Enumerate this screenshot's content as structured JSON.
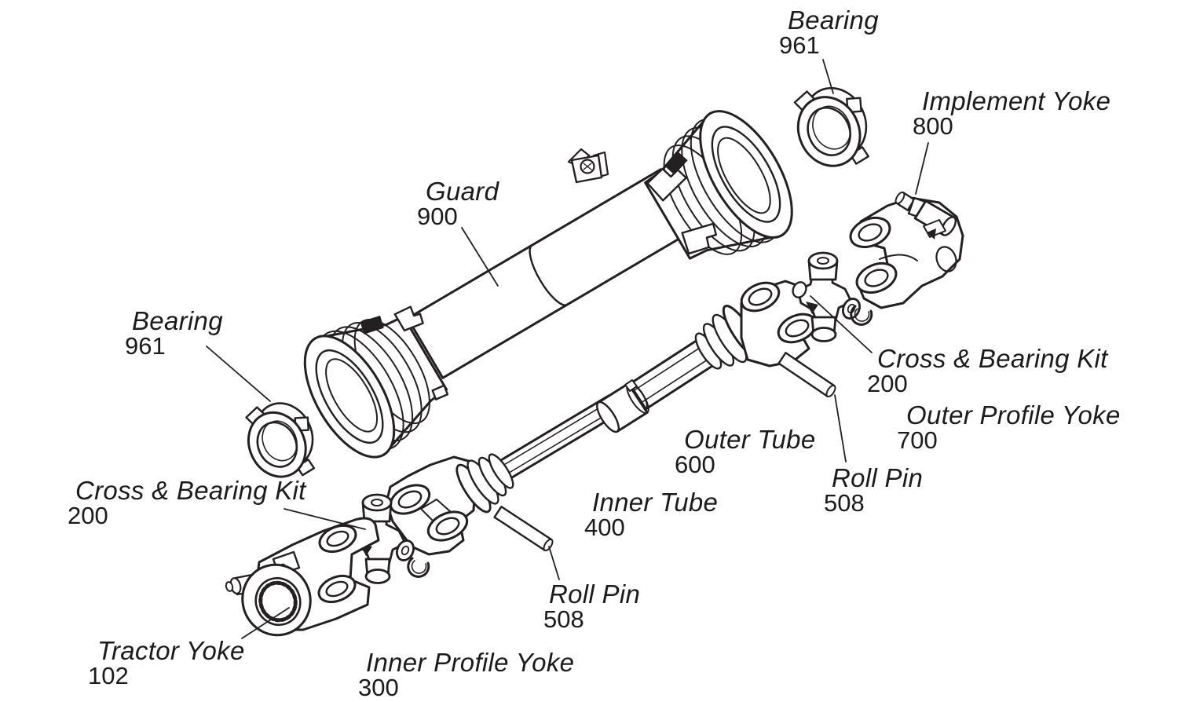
{
  "labels": {
    "bearing_top": {
      "name": "Bearing",
      "number": "961"
    },
    "implement_yoke": {
      "name": "Implement Yoke",
      "number": "800"
    },
    "guard": {
      "name": "Guard",
      "number": "900"
    },
    "bearing_left": {
      "name": "Bearing",
      "number": "961"
    },
    "cross_bearing_kit_right": {
      "name": "Cross & Bearing Kit",
      "number": "200"
    },
    "outer_profile_yoke": {
      "name": "Outer Profile Yoke",
      "number": "700"
    },
    "outer_tube": {
      "name": "Outer Tube",
      "number": "600"
    },
    "roll_pin_right": {
      "name": "Roll Pin",
      "number": "508"
    },
    "inner_tube": {
      "name": "Inner Tube",
      "number": "400"
    },
    "cross_bearing_kit_left": {
      "name": "Cross & Bearing Kit",
      "number": "200"
    },
    "roll_pin_bottom": {
      "name": "Roll Pin",
      "number": "508"
    },
    "tractor_yoke": {
      "name": "Tractor Yoke",
      "number": "102"
    },
    "inner_profile_yoke": {
      "name": "Inner Profile Yoke",
      "number": "300"
    }
  },
  "colors": {
    "line": "#241f21",
    "background": "#ffffff",
    "text": "#1d1a1b"
  }
}
